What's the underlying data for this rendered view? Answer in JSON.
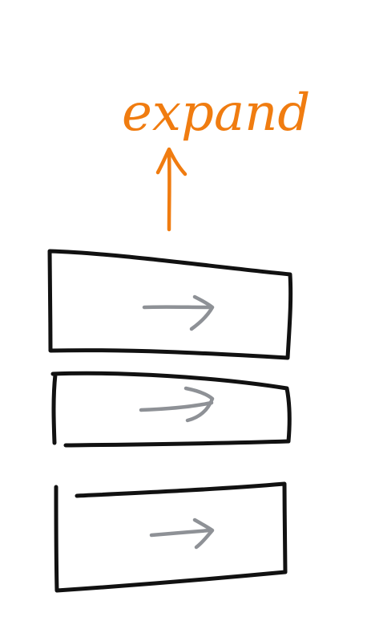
{
  "annotation": {
    "label": "expand",
    "color": "#f07c10"
  },
  "arrows": {
    "expand_arrow": {
      "direction": "up",
      "color": "#f07c10"
    },
    "card_arrow": {
      "direction": "right",
      "color": "#8e9196"
    }
  },
  "cards": [
    {
      "id": "card-1",
      "has_arrow": true
    },
    {
      "id": "card-2",
      "has_arrow": true
    },
    {
      "id": "card-3",
      "has_arrow": true
    }
  ],
  "colors": {
    "outline": "#111111",
    "background": "#ffffff"
  }
}
